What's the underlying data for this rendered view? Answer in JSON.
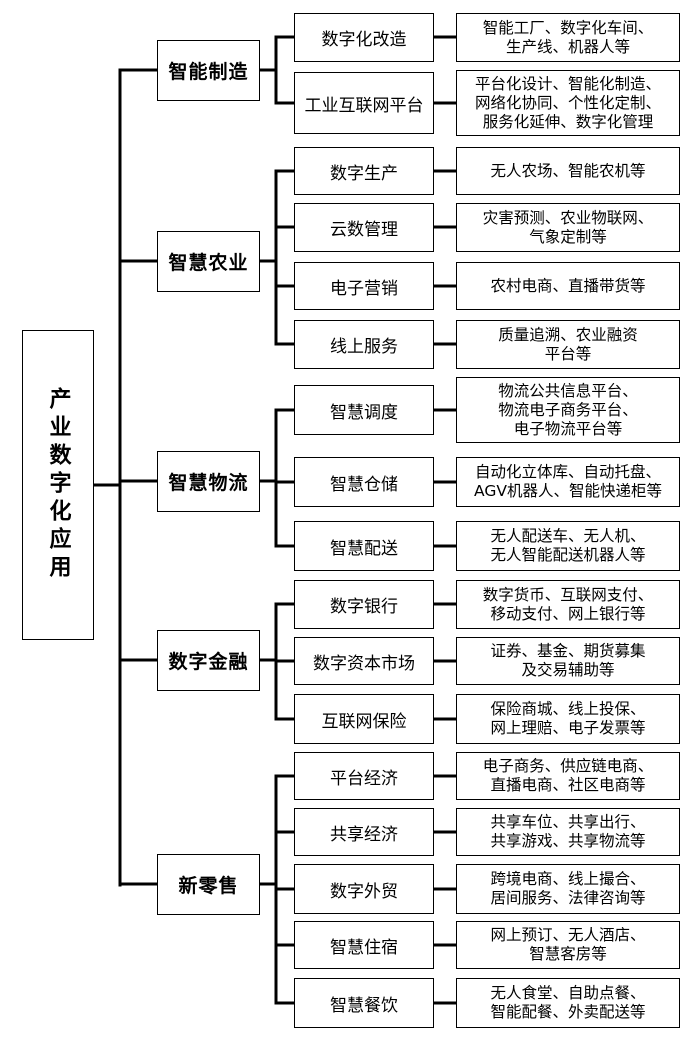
{
  "root": {
    "label": "产业数字化应用"
  },
  "categories": [
    {
      "label": "智能制造",
      "items": [
        {
          "label": "数字化改造",
          "detail": "智能工厂、数字化车间、\n生产线、机器人等"
        },
        {
          "label": "工业互联网平台",
          "detail": "平台化设计、智能化制造、\n网络化协同、个性化定制、\n服务化延伸、数字化管理"
        }
      ]
    },
    {
      "label": "智慧农业",
      "items": [
        {
          "label": "数字生产",
          "detail": "无人农场、智能农机等"
        },
        {
          "label": "云数管理",
          "detail": "灾害预测、农业物联网、\n气象定制等"
        },
        {
          "label": "电子营销",
          "detail": "农村电商、直播带货等"
        },
        {
          "label": "线上服务",
          "detail": "质量追溯、农业融资\n平台等"
        }
      ]
    },
    {
      "label": "智慧物流",
      "items": [
        {
          "label": "智慧调度",
          "detail": "物流公共信息平台、\n物流电子商务平台、\n电子物流平台等"
        },
        {
          "label": "智慧仓储",
          "detail": "自动化立体库、自动托盘、\nAGV机器人、智能快递柜等"
        },
        {
          "label": "智慧配送",
          "detail": "无人配送车、无人机、\n无人智能配送机器人等"
        }
      ]
    },
    {
      "label": "数字金融",
      "items": [
        {
          "label": "数字银行",
          "detail": "数字货币、互联网支付、\n移动支付、网上银行等"
        },
        {
          "label": "数字资本市场",
          "detail": "证券、基金、期货募集\n及交易辅助等"
        },
        {
          "label": "互联网保险",
          "detail": "保险商城、线上投保、\n网上理赔、电子发票等"
        }
      ]
    },
    {
      "label": "新零售",
      "items": [
        {
          "label": "平台经济",
          "detail": "电子商务、供应链电商、\n直播电商、社区电商等"
        },
        {
          "label": "共享经济",
          "detail": "共享车位、共享出行、\n共享游戏、共享物流等"
        },
        {
          "label": "数字外贸",
          "detail": "跨境电商、线上撮合、\n居间服务、法律咨询等"
        },
        {
          "label": "智慧住宿",
          "detail": "网上预订、无人酒店、\n智慧客房等"
        },
        {
          "label": "智慧餐饮",
          "detail": "无人食堂、自助点餐、\n智能配餐、外卖配送等"
        }
      ]
    }
  ]
}
